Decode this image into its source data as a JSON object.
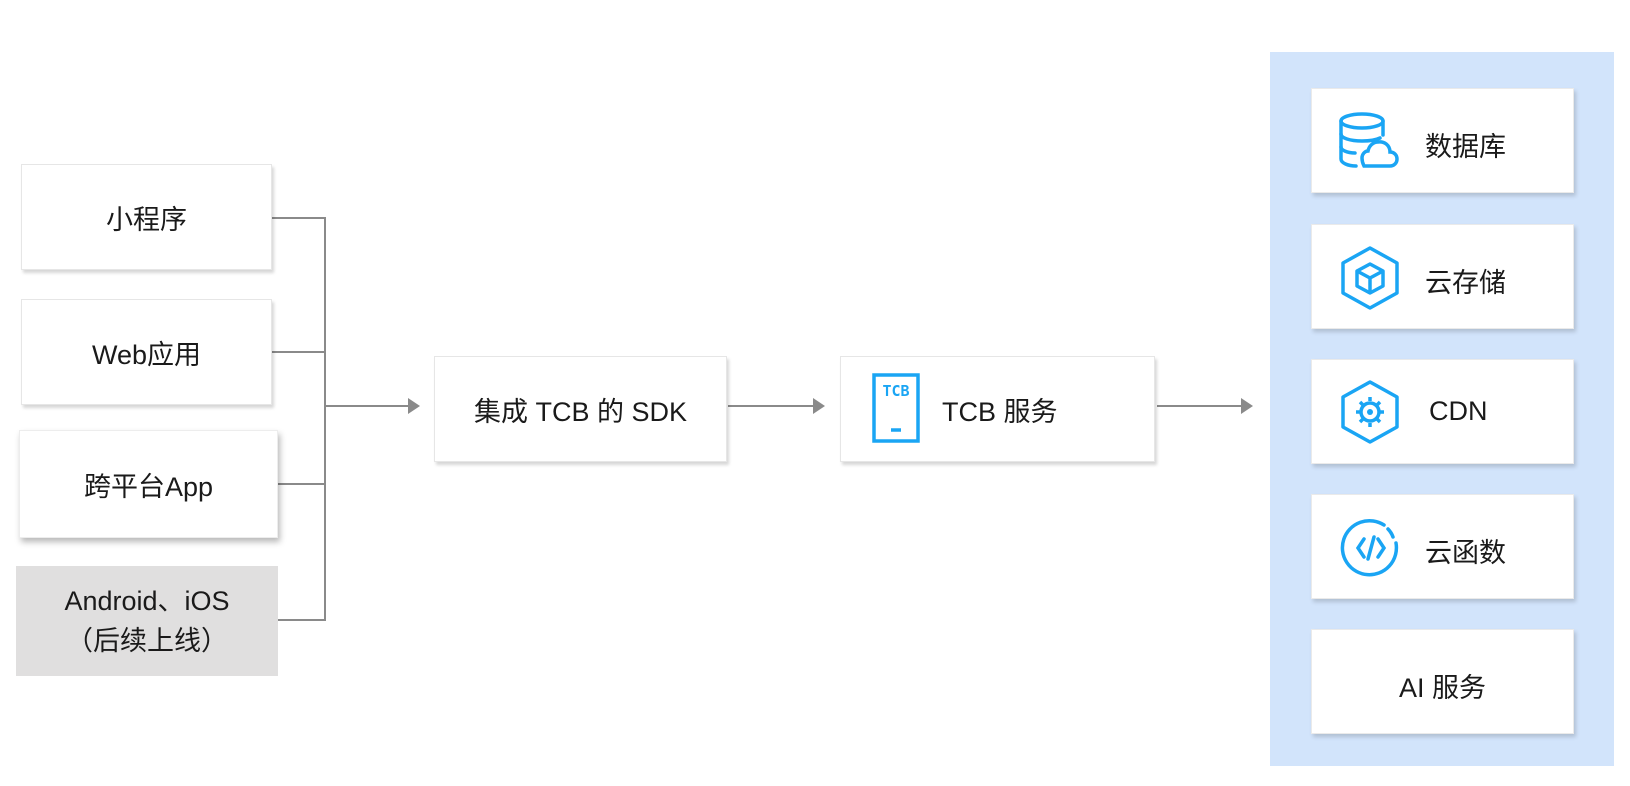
{
  "clients": [
    {
      "label": "小程序"
    },
    {
      "label": "Web应用"
    },
    {
      "label": "跨平台App"
    },
    {
      "line1": "Android、iOS",
      "line2": "（后续上线）"
    }
  ],
  "sdk": {
    "label": "集成 TCB 的 SDK"
  },
  "tcb": {
    "icon_text": "TCB",
    "label": "TCB 服务",
    "icon": "tcb-device-icon"
  },
  "services": [
    {
      "label": "数据库",
      "icon": "database-cloud-icon"
    },
    {
      "label": "云存储",
      "icon": "storage-cube-icon"
    },
    {
      "label": "CDN",
      "icon": "cdn-gear-icon"
    },
    {
      "label": "云函数",
      "icon": "function-code-icon"
    },
    {
      "label": "AI 服务"
    }
  ],
  "colors": {
    "accent": "#1aa5f4",
    "panel": "#d2e4fb",
    "line": "#8a8a8a",
    "disabled_box": "#e0dfdf"
  }
}
